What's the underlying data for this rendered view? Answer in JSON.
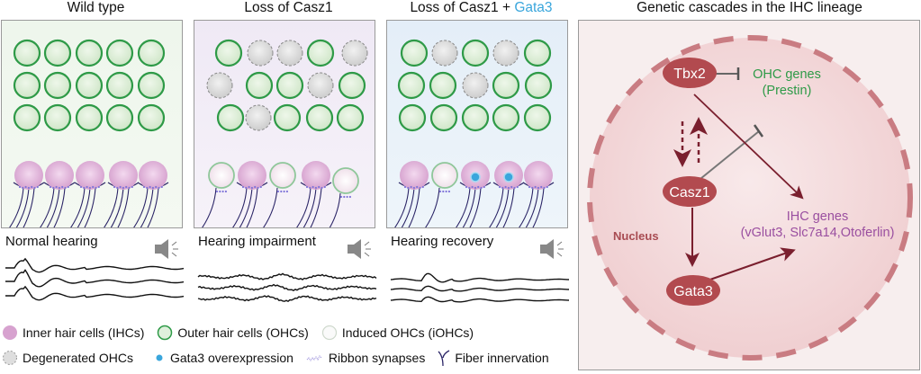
{
  "panels": [
    {
      "title": "Wild type",
      "caption": "Normal hearing",
      "background": "#eef6ec",
      "ohc_rows": [
        [
          "ohc",
          "ohc",
          "ohc",
          "ohc",
          "ohc"
        ],
        [
          "ohc",
          "ohc",
          "ohc",
          "ohc",
          "ohc"
        ],
        [
          "ohc",
          "ohc",
          "ohc",
          "ohc",
          "ohc"
        ]
      ],
      "ihc_row": [
        "ihc",
        "ihc",
        "ihc",
        "ihc",
        "ihc"
      ],
      "abr_state": "normal"
    },
    {
      "title": "Loss of Casz1",
      "caption": "Hearing impairment",
      "background": "#f1edf6",
      "ohc_rows": [
        [
          "ohc",
          "degen",
          "degen",
          "ohc",
          "degen"
        ],
        [
          "degen",
          "ohc",
          "ohc",
          "degen",
          "ohc"
        ],
        [
          "ohc",
          "degen",
          "ohc",
          "ohc",
          "ohc"
        ]
      ],
      "ihc_row": [
        "iohc",
        "ihc",
        "iohc",
        "ihc",
        "iohc"
      ],
      "abr_state": "impaired"
    },
    {
      "title": "Loss of Casz1 + ",
      "title_highlight": "Gata3",
      "caption": "Hearing recovery",
      "background": "#e8f1f8",
      "ohc_rows": [
        [
          "ohc",
          "degen",
          "ohc",
          "degen",
          "ohc"
        ],
        [
          "ohc",
          "ohc",
          "degen",
          "ohc",
          "ohc"
        ],
        [
          "ohc",
          "ohc",
          "ohc",
          "ohc",
          "ohc"
        ]
      ],
      "ihc_row": [
        "ihc",
        "iohc",
        "ihc-gata3",
        "ihc-gata3",
        "ihc"
      ],
      "abr_state": "recovery"
    }
  ],
  "cascade": {
    "title": "Genetic cascades in the IHC lineage",
    "nodes": {
      "tbx2": "Tbx2",
      "casz1": "Casz1",
      "gata3": "Gata3"
    },
    "ohc_genes_line1": "OHC genes",
    "ohc_genes_line2": "(Prestin)",
    "ihc_genes_line1": "IHC genes",
    "ihc_genes_line2": "(vGlut3, Slc7a14,Otoferlin)",
    "nucleus_label": "Nucleus",
    "edges": [
      {
        "from": "Tbx2",
        "to": "OHC genes",
        "type": "inhibit"
      },
      {
        "from": "Casz1",
        "to": "OHC genes",
        "type": "inhibit"
      },
      {
        "from": "Tbx2",
        "to": "IHC genes",
        "type": "activate"
      },
      {
        "from": "Tbx2",
        "to": "Casz1",
        "type": "activate-dashed"
      },
      {
        "from": "Casz1",
        "to": "Tbx2",
        "type": "activate-dashed"
      },
      {
        "from": "Casz1",
        "to": "Gata3",
        "type": "activate"
      },
      {
        "from": "Gata3",
        "to": "IHC genes",
        "type": "activate"
      }
    ]
  },
  "legend": {
    "ihc": "Inner hair cells (IHCs)",
    "ohc": "Outer hair cells (OHCs)",
    "iohc": "Induced OHCs (iOHCs)",
    "degen": "Degenerated OHCs",
    "gata3": "Gata3 overexpression",
    "ribbon": "Ribbon synapses",
    "fiber": "Fiber innervation"
  },
  "colors": {
    "ohc_stroke": "#2e9a47",
    "ihc_fill": "#d7a2cf",
    "gata3": "#3aa6dc",
    "node_fill": "#b24a4f",
    "ohc_genes_text": "#2e9a47",
    "ihc_genes_text": "#9a4fa0",
    "nucleus_text": "#a84b52",
    "arrow": "#7a1f2e",
    "inhibit": "#666666"
  }
}
